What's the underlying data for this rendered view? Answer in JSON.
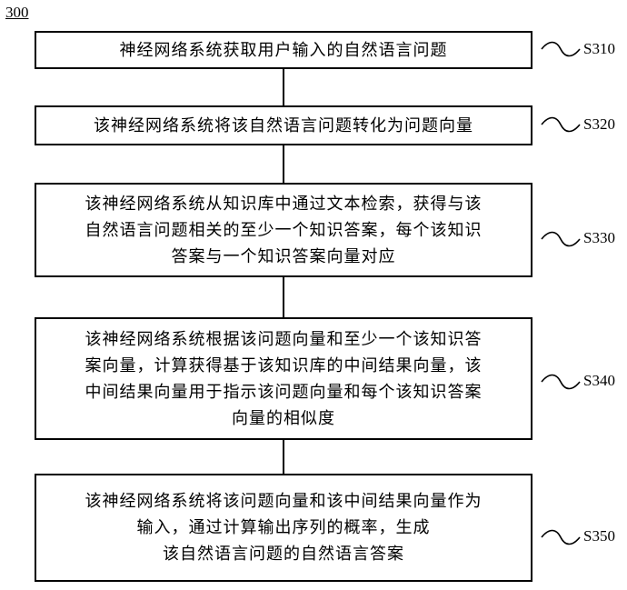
{
  "figure_label": "300",
  "steps": [
    {
      "id": "S310",
      "text": "神经网络系统获取用户输入的自然语言问题"
    },
    {
      "id": "S320",
      "text": "该神经网络系统将该自然语言问题转化为问题向量"
    },
    {
      "id": "S330",
      "text": "该神经网络系统从知识库中通过文本检索，获得与该\n自然语言问题相关的至少一个知识答案，每个该知识\n答案与一个知识答案向量对应"
    },
    {
      "id": "S340",
      "text": "该神经网络系统根据该问题向量和至少一个该知识答\n案向量，计算获得基于该知识库的中间结果向量，该\n中间结果向量用于指示该问题向量和每个该知识答案\n向量的相似度"
    },
    {
      "id": "S350",
      "text": "该神经网络系统将该问题向量和该中间结果向量作为\n输入，通过计算输出序列的概率，生成\n该自然语言问题的自然语言答案"
    }
  ]
}
